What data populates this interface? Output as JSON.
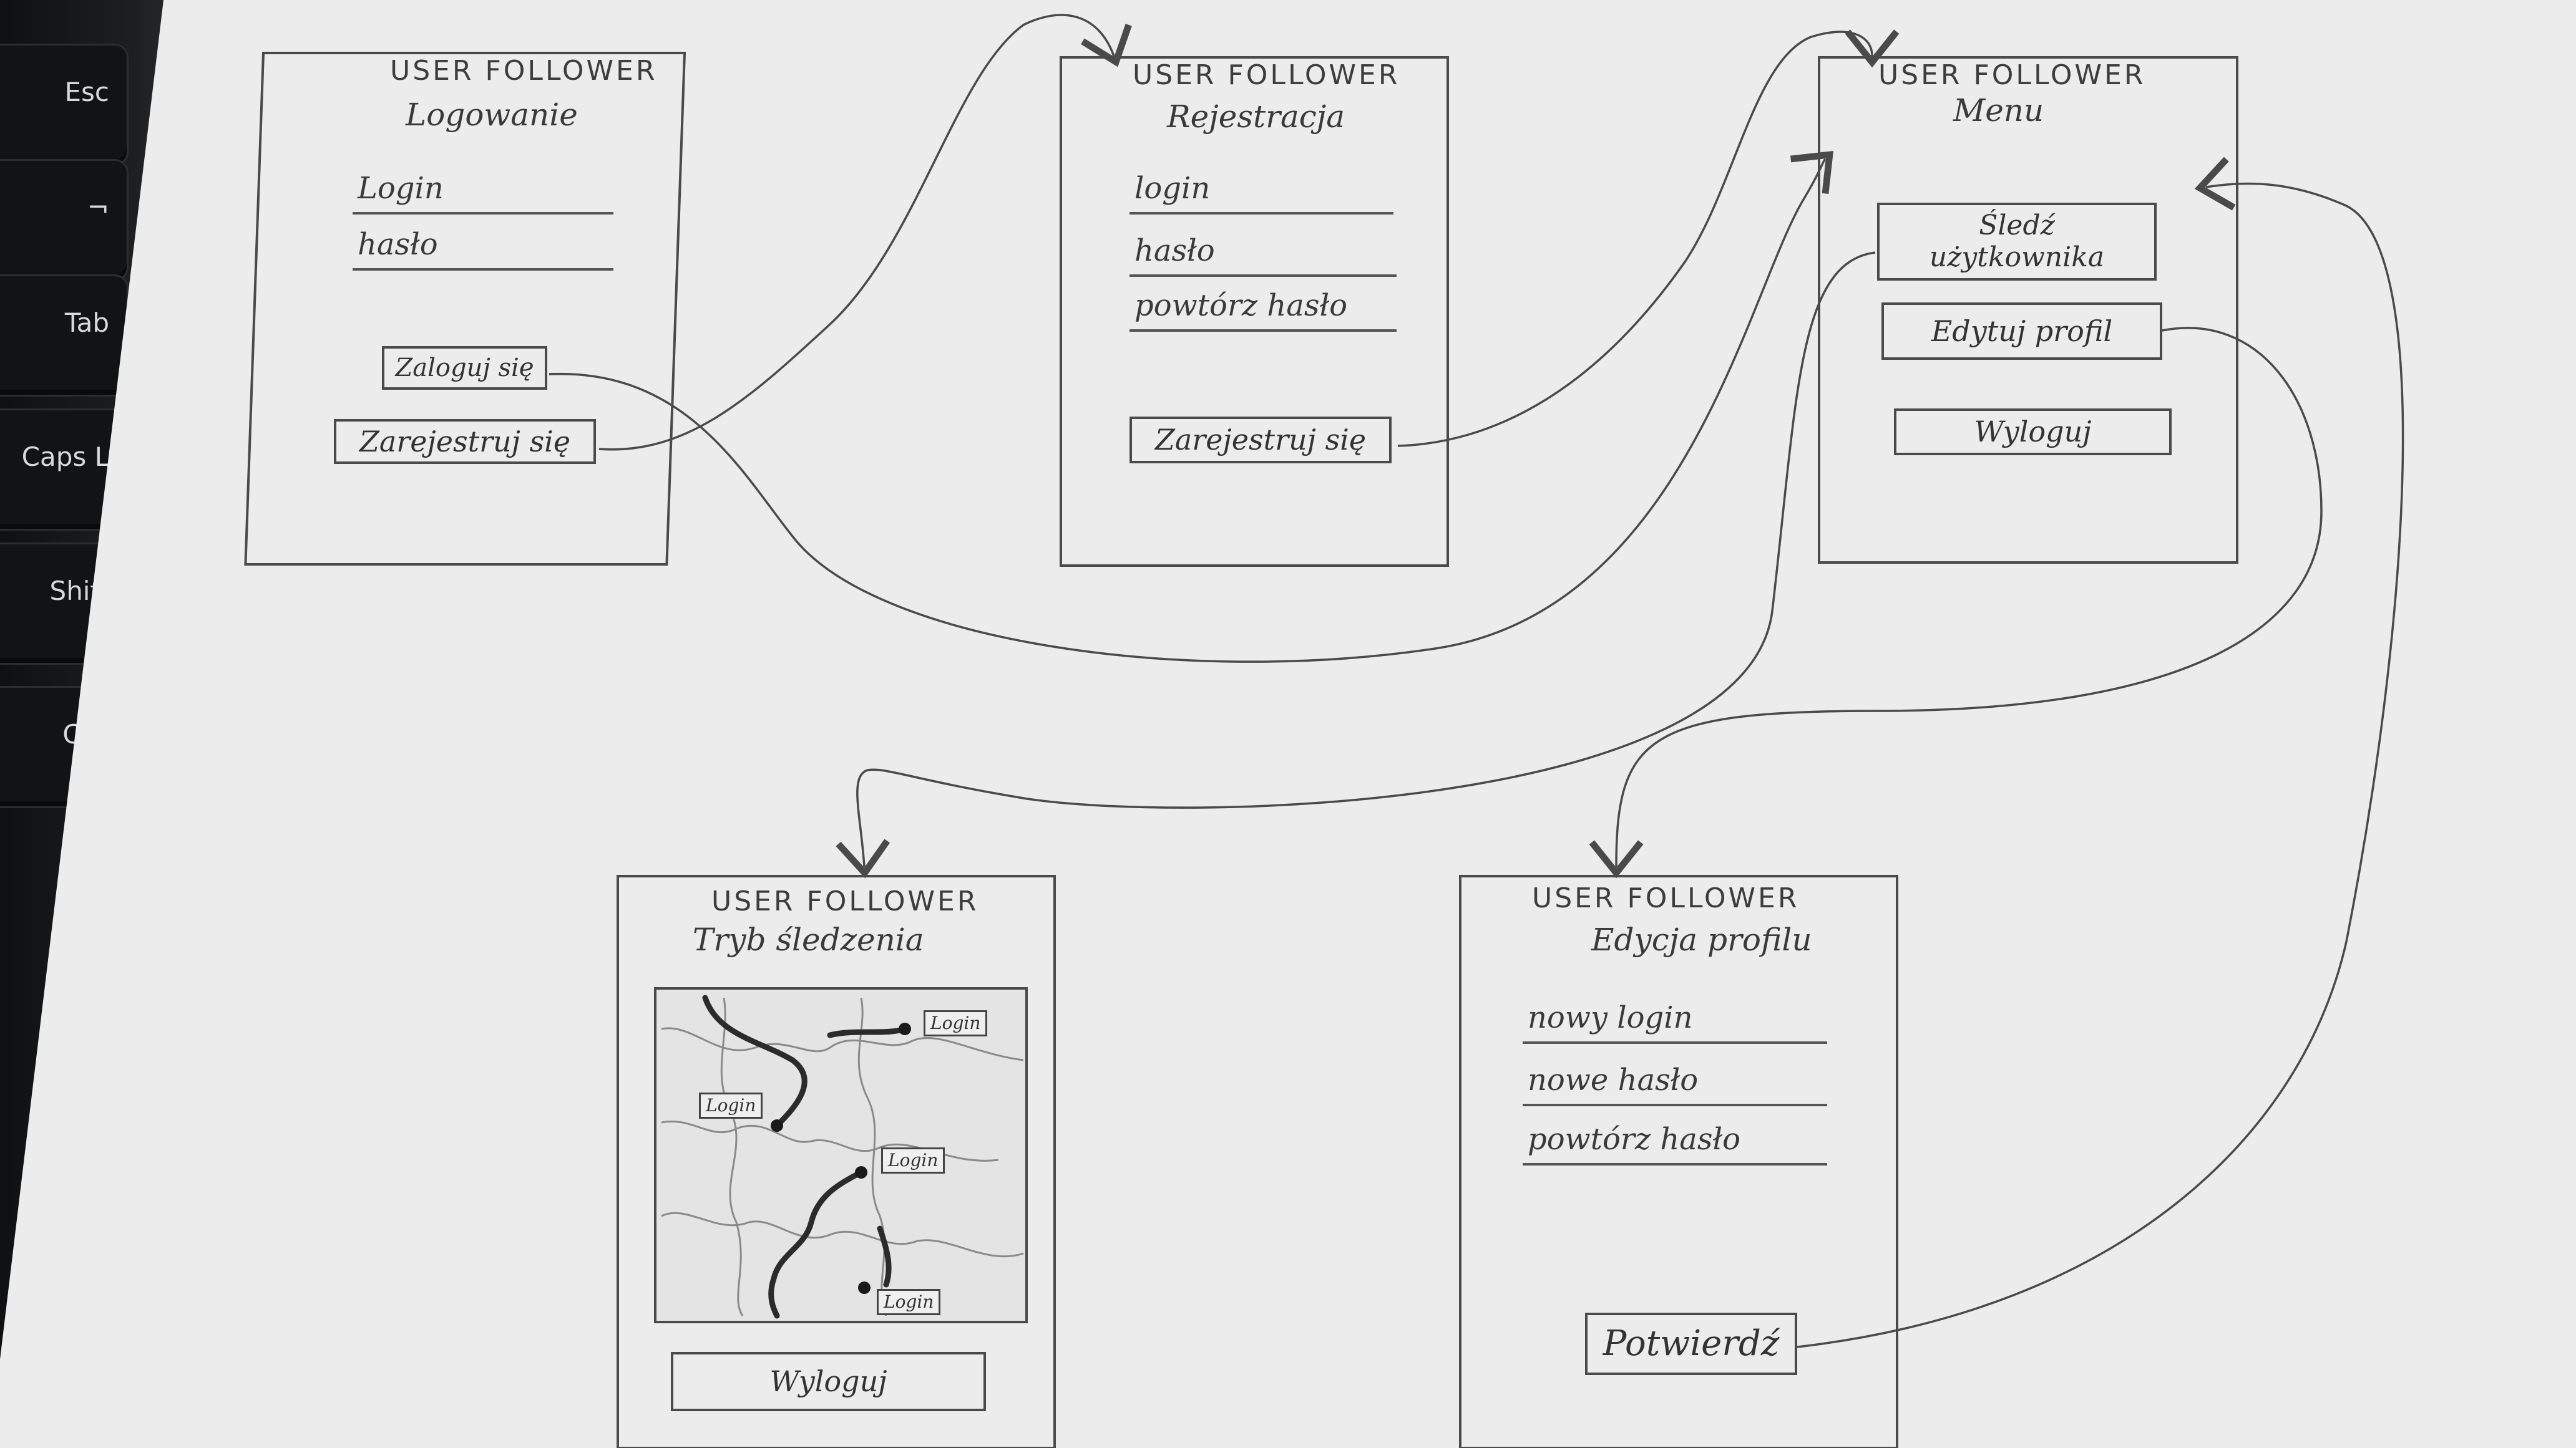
{
  "keyboard": {
    "keys": [
      "Esc",
      "¬",
      "Tab",
      "Caps L",
      "Shift",
      "Ctrl"
    ]
  },
  "screens": {
    "logowanie": {
      "app_name": "USER FOLLOWER",
      "title": "Logowanie",
      "login_label": "Login",
      "password_label": "hasło",
      "login_button": "Zaloguj się",
      "register_button": "Zarejestruj się"
    },
    "rejestracja": {
      "app_name": "USER FOLLOWER",
      "title": "Rejestracja",
      "login_label": "login",
      "password_label": "hasło",
      "repeat_password_label": "powtórz hasło",
      "register_button": "Zarejestruj się"
    },
    "menu": {
      "app_name": "USER FOLLOWER",
      "title": "Menu",
      "follow_button": "Śledź użytkownika",
      "edit_profile_button": "Edytuj profil",
      "logout_button": "Wyloguj"
    },
    "tryb_sledzenia": {
      "app_name": "USER FOLLOWER",
      "title": "Tryb śledzenia",
      "map_pins": [
        "Login",
        "Login",
        "Login",
        "Login"
      ],
      "logout_button": "Wyloguj"
    },
    "edycja_profilu": {
      "app_name": "USER FOLLOWER",
      "title": "Edycja profilu",
      "new_login_label": "nowy login",
      "new_password_label": "nowe hasło",
      "repeat_password_label": "powtórz hasło",
      "confirm_button": "Potwierdź"
    }
  },
  "colors": {
    "paper": "#ececec",
    "pencil": "#4a4a4a",
    "background": "#1a1b1d"
  }
}
